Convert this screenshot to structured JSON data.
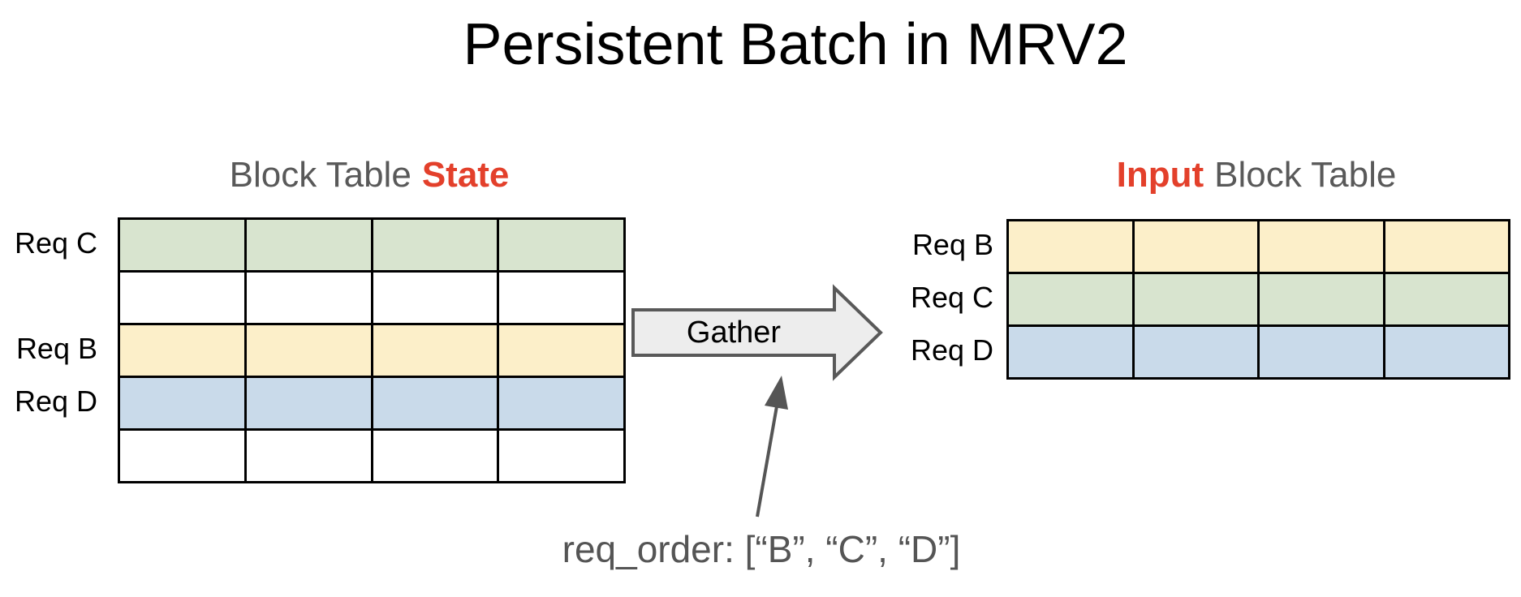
{
  "title": "Persistent Batch in MRV2",
  "left_table": {
    "heading": {
      "plain": "Block Table",
      "accent": "State"
    },
    "columns": 4,
    "rows": [
      {
        "label": "Req C",
        "color": "green"
      },
      {
        "label": "",
        "color": "white"
      },
      {
        "label": "Req B",
        "color": "yellow"
      },
      {
        "label": "Req D",
        "color": "blue"
      },
      {
        "label": "",
        "color": "white"
      }
    ]
  },
  "right_table": {
    "heading": {
      "accent": "Input",
      "plain": "Block Table"
    },
    "columns": 4,
    "rows": [
      {
        "label": "Req B",
        "color": "yellow"
      },
      {
        "label": "Req C",
        "color": "green"
      },
      {
        "label": "Req D",
        "color": "blue"
      }
    ]
  },
  "gather_arrow": {
    "label": "Gather"
  },
  "annotation": {
    "text": "req_order: [“B”, “C”, “D”]"
  },
  "colors": {
    "green": "#d8e4cf",
    "yellow": "#fcefc9",
    "blue": "#c9daea",
    "white": "#ffffff",
    "accent_red": "#e3402b",
    "heading_gray": "#595959",
    "cell_border": "#000000",
    "arrow_fill": "#ededed",
    "arrow_stroke": "#595959",
    "annotation_gray": "#555555"
  }
}
